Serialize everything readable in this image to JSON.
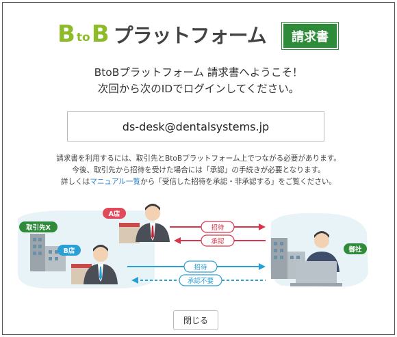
{
  "logo": {
    "b1": "B",
    "to": "to",
    "b2": "B",
    "text": "プラットフォーム",
    "badge": "請求書"
  },
  "welcome": {
    "line1": "BtoBプラットフォーム 請求書へようこそ！",
    "line2": "次回から次のIDでログインしてください。"
  },
  "login_id": "ds-desk@dentalsystems.jp",
  "note": {
    "line1": "請求書を利用するには、取引先とBtoBプラットフォーム上でつながる必要があります。",
    "line2": "今後、取引先から招待を受けた場合には「承認」の手続きが必要となります。",
    "line3_prefix": "詳しくは",
    "line3_link": "マニュアル一覧",
    "line3_suffix": "から「受信した招待を承認・非承認する」をご覧ください。"
  },
  "illustration": {
    "client_x": "取引先X",
    "store_a": "A店",
    "store_b": "B店",
    "self": "御社",
    "arrow_invite_top": "招待",
    "arrow_approve": "承認",
    "arrow_invite_bottom": "招待",
    "arrow_no_approval": "承認不要"
  },
  "close_button": "閉じる",
  "colors": {
    "brand_green": "#8dbb2a",
    "badge_green": "#2e8b3a",
    "red_arrow": "#d9344a",
    "blue_arrow": "#2a9fd6",
    "tag_green": "#2f8a3a",
    "tag_red": "#e04a5a",
    "tag_blue": "#2a9fd6"
  }
}
